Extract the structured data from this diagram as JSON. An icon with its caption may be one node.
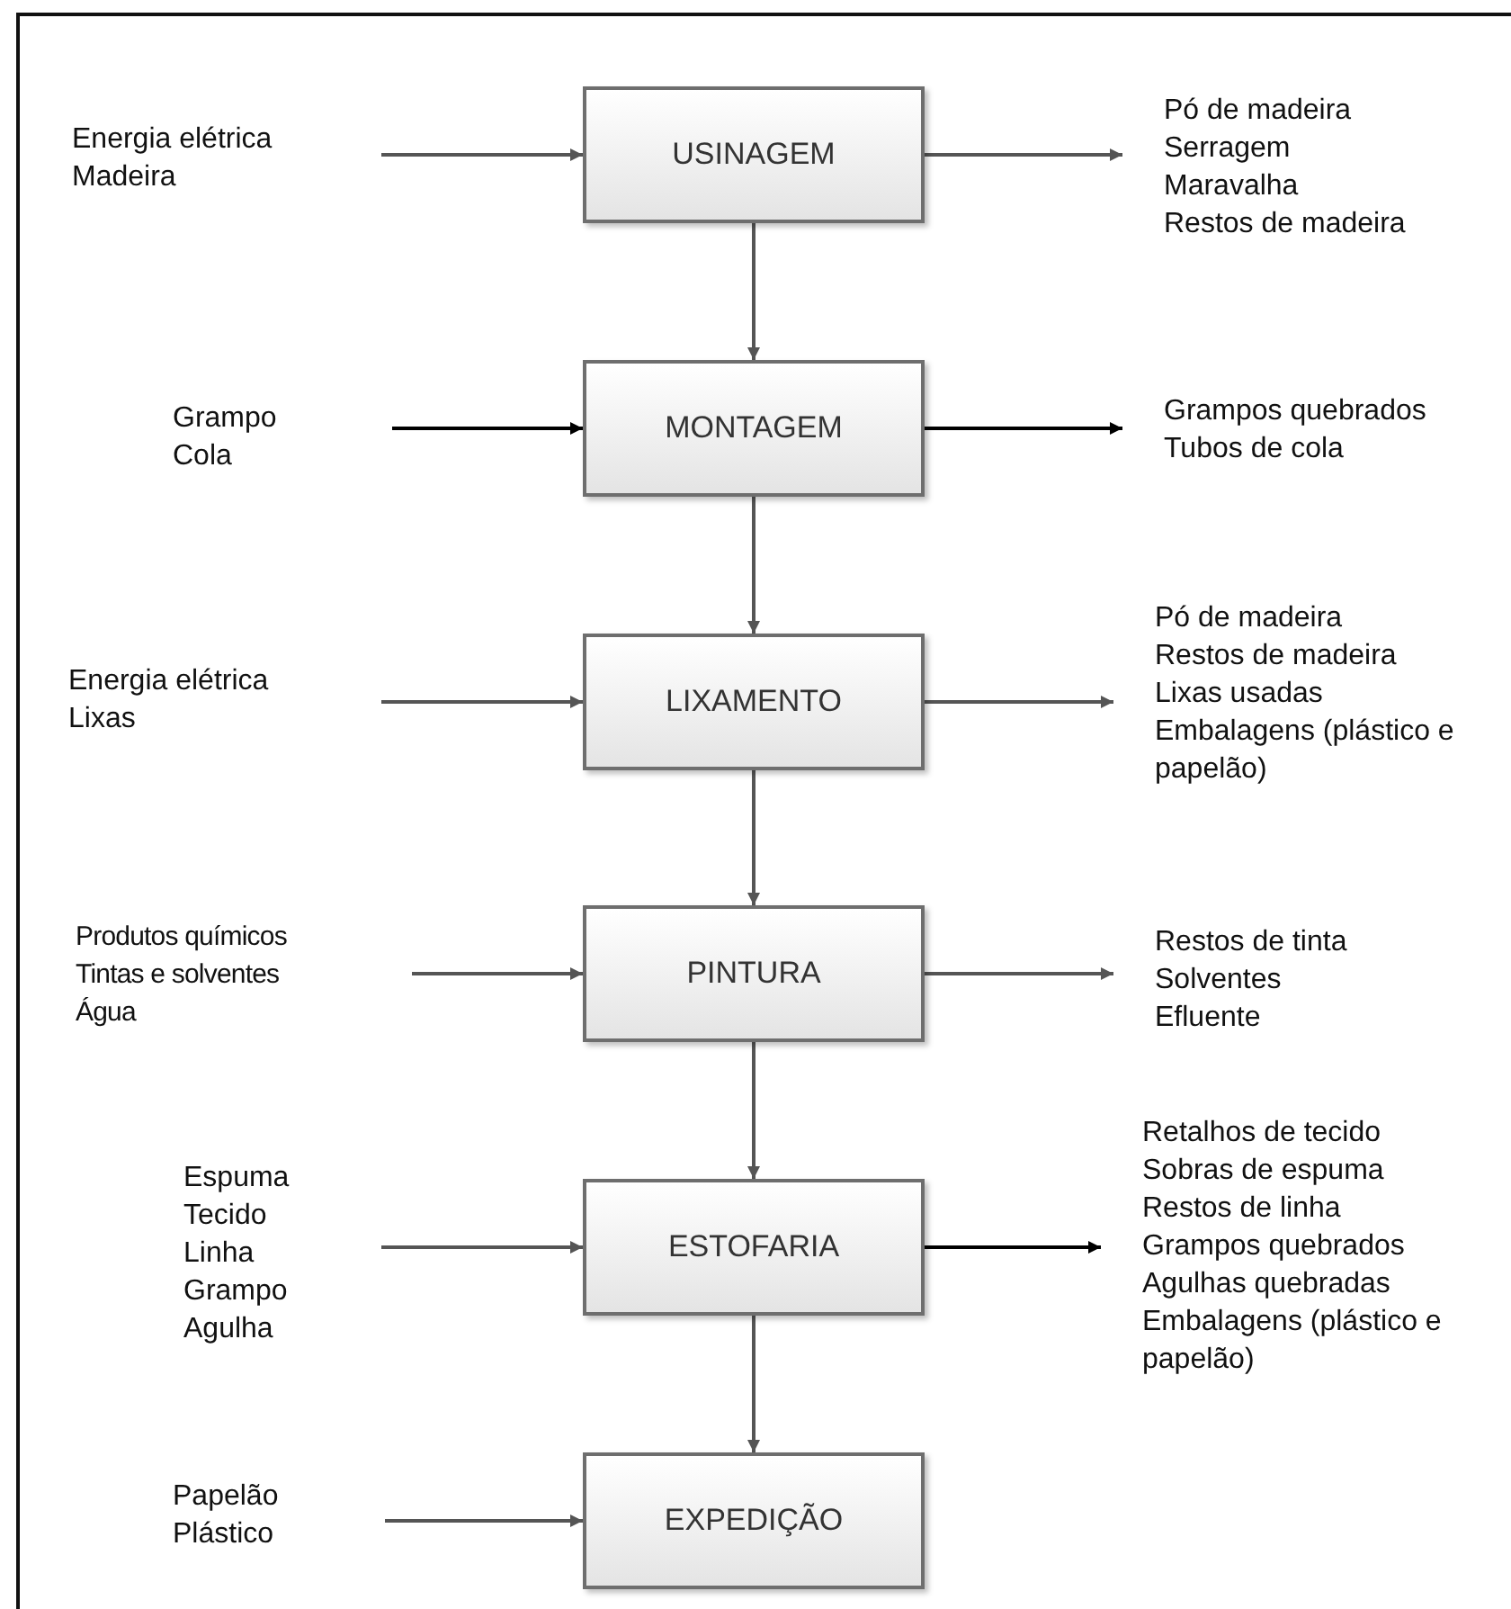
{
  "diagram": {
    "nodes": [
      {
        "text": [
          "Energia elétrica",
          "Madeira"
        ]
      },
      {
        "text": [
          "USINAGEM"
        ]
      },
      {
        "text": [
          "Pó de madeira",
          "Serragem",
          "Maravalha",
          "Restos de madeira"
        ]
      },
      {
        "text": [
          "Grampo",
          "Cola"
        ]
      },
      {
        "text": [
          "MONTAGEM"
        ]
      },
      {
        "text": [
          "Grampos quebrados",
          "Tubos de cola"
        ]
      },
      {
        "text": [
          "Energia elétrica",
          "Lixas"
        ]
      },
      {
        "text": [
          "LIXAMENTO"
        ]
      },
      {
        "text": [
          "Pó de madeira",
          "Restos de madeira",
          "Lixas usadas",
          "Embalagens (plástico e papelão)"
        ]
      },
      {
        "text": [
          "Produtos químicos",
          "Tintas e solventes",
          "Água"
        ]
      },
      {
        "text": [
          "PINTURA"
        ]
      },
      {
        "text": [
          "Restos de tinta",
          "Solventes",
          "Efluente"
        ]
      },
      {
        "text": [
          "Espuma",
          "Tecido",
          "Linha",
          "Grampo",
          "Agulha"
        ]
      },
      {
        "text": [
          "ESTOFARIA"
        ]
      },
      {
        "text": [
          "Retalhos de tecido",
          "Sobras de espuma",
          "Restos de linha",
          "Grampos quebrados",
          "Agulhas quebradas",
          "Embalagens (plástico e papelão)"
        ]
      },
      {
        "text": [
          "Papelão",
          "Plástico"
        ]
      },
      {
        "text": [
          "EXPEDIÇÃO"
        ]
      }
    ],
    "edges": [
      {
        "from": 0,
        "to": 1,
        "arrow": "to"
      },
      {
        "from": 1,
        "to": 2,
        "arrow": "to"
      },
      {
        "from": 1,
        "to": 4,
        "arrow": "to"
      },
      {
        "from": 3,
        "to": 4,
        "arrow": "to",
        "color": "#000000"
      },
      {
        "from": 4,
        "to": 5,
        "arrow": "to",
        "color": "#000000"
      },
      {
        "from": 4,
        "to": 7,
        "arrow": "to"
      },
      {
        "from": 6,
        "to": 7,
        "arrow": "to"
      },
      {
        "from": 7,
        "to": 8,
        "arrow": "to"
      },
      {
        "from": 7,
        "to": 10,
        "arrow": "to"
      },
      {
        "from": 9,
        "to": 10,
        "arrow": "to"
      },
      {
        "from": 10,
        "to": 11,
        "arrow": "to"
      },
      {
        "from": 10,
        "to": 13,
        "arrow": "to"
      },
      {
        "from": 12,
        "to": 13,
        "arrow": "to"
      },
      {
        "from": 13,
        "to": 14,
        "arrow": "to",
        "color": "#000000"
      },
      {
        "from": 13,
        "to": 16,
        "arrow": "to"
      },
      {
        "from": 15,
        "to": 16,
        "arrow": "to"
      }
    ]
  }
}
